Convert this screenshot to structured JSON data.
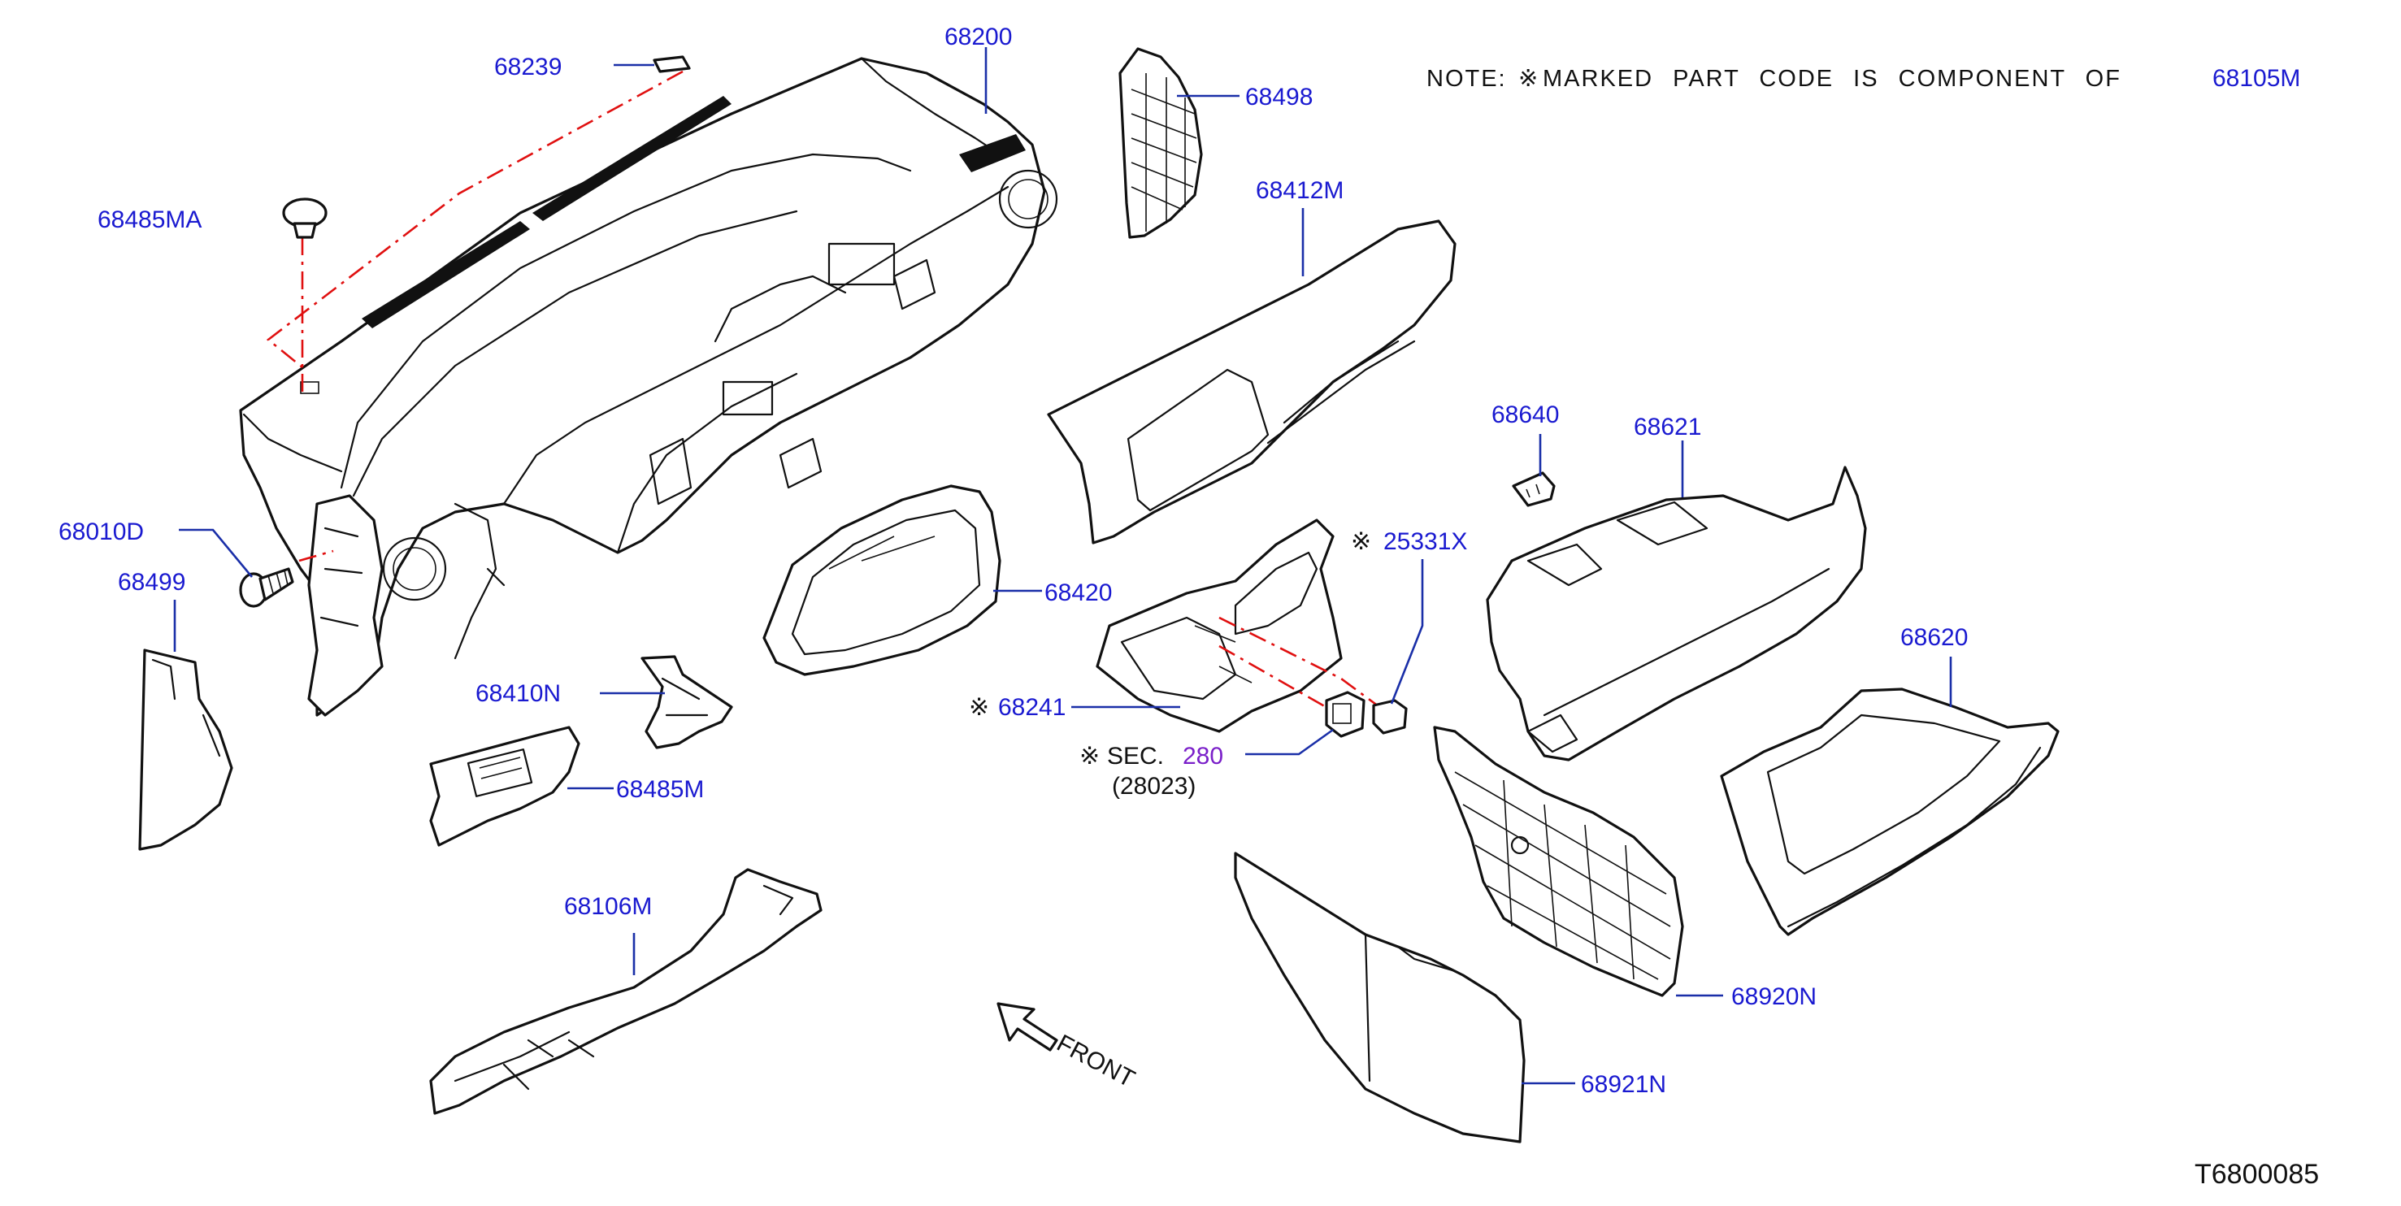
{
  "note": {
    "prefix": "NOTE:",
    "mark": "※",
    "text": "MARKED PART CODE IS COMPONENT OF",
    "part": "68105M"
  },
  "drawing_code": "T6800085",
  "front_label": "FRONT",
  "mark_symbol": "※",
  "labels": {
    "p68200": "68200",
    "p68239": "68239",
    "p68485MA": "68485MA",
    "p68010D": "68010D",
    "p68499": "68499",
    "p68410N": "68410N",
    "p68485M": "68485M",
    "p68106M": "68106M",
    "p68420": "68420",
    "p68498": "68498",
    "p68412M": "68412M",
    "p25331X": "25331X",
    "p68241": "68241",
    "sec_prefix": "SEC.",
    "sec_number": "280",
    "sec_sub": "(28023)",
    "p68640": "68640",
    "p68621": "68621",
    "p68620": "68620",
    "p68920N": "68920N",
    "p68921N": "68921N"
  }
}
